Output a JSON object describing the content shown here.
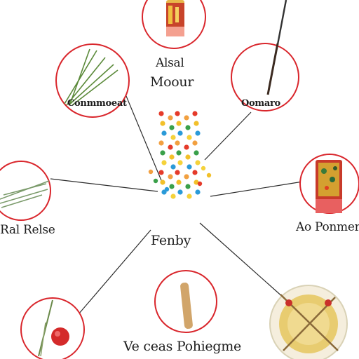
{
  "diagram": {
    "ring_color": "#d9262c",
    "line_color": "#2b2b2b",
    "labels": {
      "top_a": "Alsal",
      "top_b": "Moour",
      "upper_left": "Conmmoeat",
      "upper_right": "Oomaro",
      "left": "Ral Relse",
      "center": "Fenby",
      "right": "Ao Ponmer",
      "bottom": "Ve ceas Pohiegme"
    },
    "nodes": [
      {
        "name": "top-node",
        "icon": "spice-jar-icon"
      },
      {
        "name": "upper-left-node",
        "icon": "grass-blades-icon"
      },
      {
        "name": "upper-right-node",
        "icon": "stick-icon"
      },
      {
        "name": "left-node",
        "icon": "grass-blades-icon"
      },
      {
        "name": "right-node",
        "icon": "spice-jar-icon"
      },
      {
        "name": "bottom-left-node",
        "icon": "berry-stem-icon"
      },
      {
        "name": "bottom-center-node",
        "icon": "cinnamon-stick-icon"
      },
      {
        "name": "bottom-right-node",
        "icon": "tea-bowl-icon"
      }
    ]
  }
}
